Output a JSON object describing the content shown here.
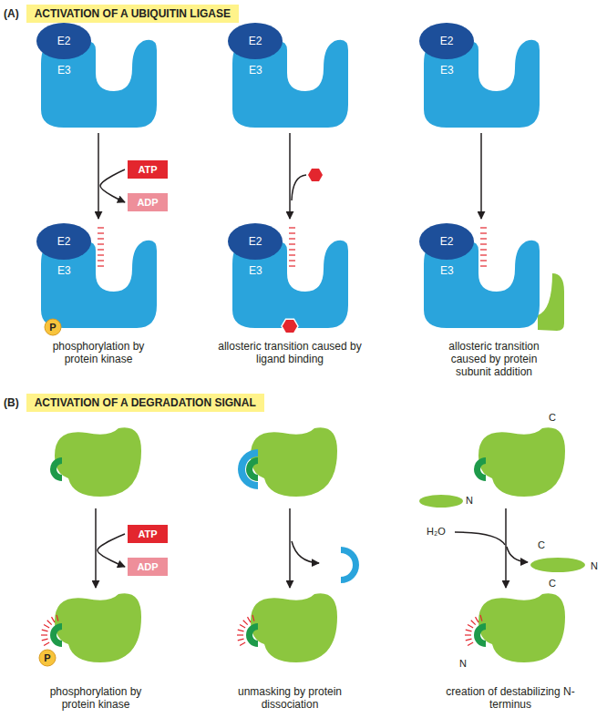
{
  "diagram": {
    "nodes": [
      {
        "text": [
          "(A)",
          "ACTIVATION OF A UBIQUITIN LIGASE"
        ]
      },
      {
        "text": [
          "E2"
        ]
      },
      {
        "text": [
          "E3"
        ]
      },
      {
        "text": [
          "E2"
        ]
      },
      {
        "text": [
          "E3"
        ]
      },
      {
        "text": [
          "E2"
        ]
      },
      {
        "text": [
          "E3"
        ]
      },
      {
        "text": [
          "ATP"
        ]
      },
      {
        "text": [
          "ADP"
        ]
      },
      {
        "text": [
          "E2"
        ]
      },
      {
        "text": [
          "E3"
        ]
      },
      {
        "text": [
          "P"
        ]
      },
      {
        "text": [
          "E2"
        ]
      },
      {
        "text": [
          "E3"
        ]
      },
      {
        "text": [
          "E2"
        ]
      },
      {
        "text": [
          "E3"
        ]
      },
      {
        "text": [
          "(B)",
          "ACTIVATION OF A DEGRADATION SIGNAL"
        ]
      },
      {
        "text": [
          "ATP"
        ]
      },
      {
        "text": [
          "ADP"
        ]
      },
      {
        "text": [
          "P"
        ]
      }
    ],
    "edges": [
      {
        "from": 2,
        "to": 10,
        "arrow": "to"
      },
      {
        "from": 4,
        "to": 13,
        "arrow": "to"
      },
      {
        "from": 6,
        "to": 15,
        "arrow": "to"
      },
      {
        "from": 7,
        "to": 8,
        "arrow": "to"
      },
      {
        "from": 17,
        "to": 18,
        "arrow": "to"
      }
    ],
    "labels": [
      "phosphorylation by protein kinase",
      "allosteric transition caused by ligand binding",
      "allosteric transition caused by protein subunit addition",
      "C",
      "N",
      "H₂O",
      "C",
      "N",
      "C",
      "N",
      "phosphorylation by protein kinase",
      "unmasking by protein dissociation",
      "creation of destabilizing N-terminus"
    ]
  }
}
